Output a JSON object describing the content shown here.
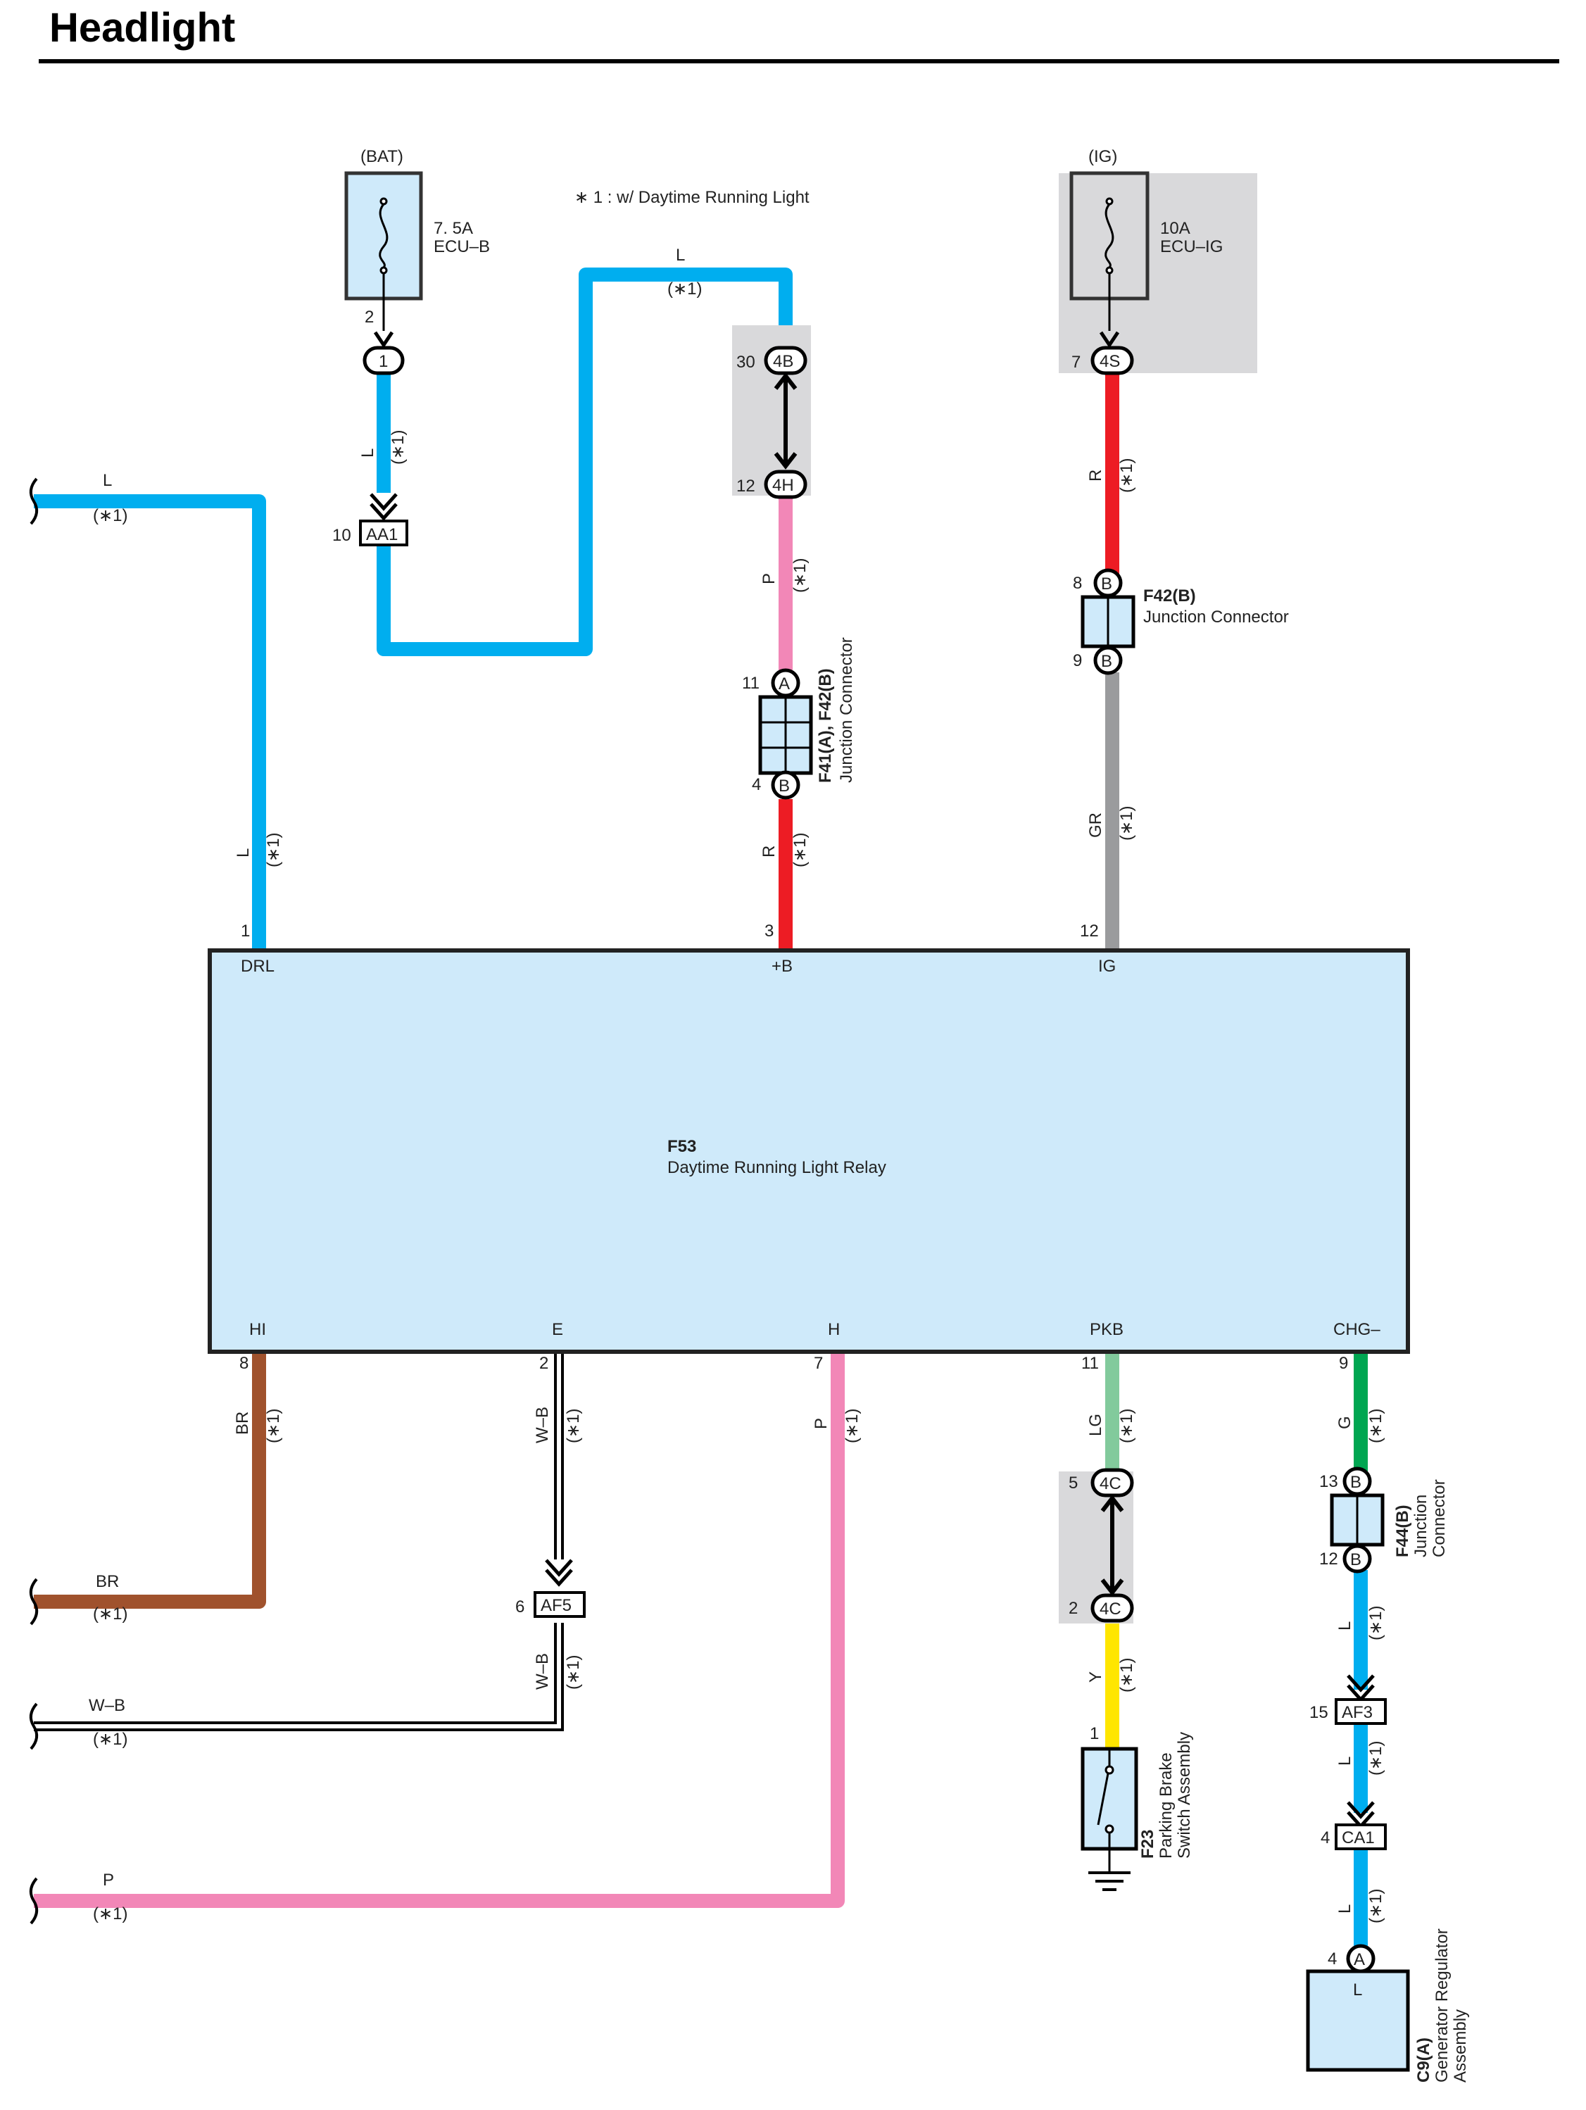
{
  "title": "Headlight",
  "note": "∗ 1 : w/ Daytime Running Light",
  "star1": "(∗1)",
  "colors": {
    "L": "#00aeef",
    "R": "#ed1c24",
    "P": "#f287b7",
    "GR": "#9a9b9d",
    "BR": "#a0522d",
    "LG": "#82ca9c",
    "G": "#00a651",
    "Y": "#ffe600",
    "box": "#cfeafa",
    "shade": "#d9d9db"
  },
  "fuses": [
    {
      "source": "(BAT)",
      "rating": "7. 5A",
      "name": "ECU–B"
    },
    {
      "source": "(IG)",
      "rating": "10A",
      "name": "ECU–IG"
    }
  ],
  "relay": {
    "id": "F53",
    "name": "Daytime Running Light Relay",
    "top_pins": [
      {
        "num": "1",
        "name": "DRL",
        "wire": "L"
      },
      {
        "num": "3",
        "name": "+B",
        "wire": "R"
      },
      {
        "num": "12",
        "name": "IG",
        "wire": "GR"
      }
    ],
    "bottom_pins": [
      {
        "num": "8",
        "name": "HI",
        "wire": "BR"
      },
      {
        "num": "2",
        "name": "E",
        "wire": "W–B"
      },
      {
        "num": "7",
        "name": "H",
        "wire": "P"
      },
      {
        "num": "11",
        "name": "PKB",
        "wire": "LG"
      },
      {
        "num": "9",
        "name": "CHG–",
        "wire": "G"
      }
    ]
  },
  "connectors": {
    "bat_pin": "2",
    "bat_term": "1",
    "aa1": {
      "pin": "10",
      "name": "AA1"
    },
    "jb_4b": {
      "pin": "30",
      "name": "4B"
    },
    "jb_4h": {
      "pin": "12",
      "name": "4H"
    },
    "jb_4s": {
      "pin": "7",
      "name": "4S"
    },
    "f41": {
      "id": "F41(A), F42(B)",
      "name": "Junction Connector",
      "pin_top": "11",
      "term_top": "A",
      "pin_bot": "4",
      "term_bot": "B"
    },
    "f42": {
      "id": "F42(B)",
      "name": "Junction Connector",
      "pin_top": "8",
      "term_top": "B",
      "pin_bot": "9",
      "term_bot": "B"
    },
    "af5": {
      "pin": "6",
      "name": "AF5"
    },
    "jb_4c_top": {
      "pin": "5",
      "name": "4C"
    },
    "jb_4c_bot": {
      "pin": "2",
      "name": "4C"
    },
    "f23": {
      "pin": "1",
      "id": "F23",
      "name1": "Parking Brake",
      "name2": "Switch Assembly"
    },
    "f44": {
      "id": "F44(B)",
      "name1": "Junction",
      "name2": "Connector",
      "pin_top": "13",
      "term_top": "B",
      "pin_bot": "12",
      "term_bot": "B"
    },
    "af3": {
      "pin": "15",
      "name": "AF3"
    },
    "ca1": {
      "pin": "4",
      "name": "CA1"
    },
    "c9": {
      "pin": "4",
      "term": "A",
      "inner": "L",
      "id": "C9(A)",
      "name1": "Generator Regulator",
      "name2": "Assembly"
    }
  },
  "left_wires": [
    {
      "color": "L"
    },
    {
      "color": "BR"
    },
    {
      "color": "W–B"
    },
    {
      "color": "P"
    }
  ],
  "wire_labels": {
    "top_loop": "L",
    "bat_wire": "L",
    "p_wire": "P",
    "r_wire": "R",
    "ig_r_wire": "R",
    "gr_wire": "GR",
    "drl_wire": "L",
    "plus_b_wire": "R",
    "y_wire": "Y",
    "l_wire_a": "L",
    "l_wire_b": "L",
    "l_wire_c": "L",
    "wb_lower": "W–B"
  }
}
